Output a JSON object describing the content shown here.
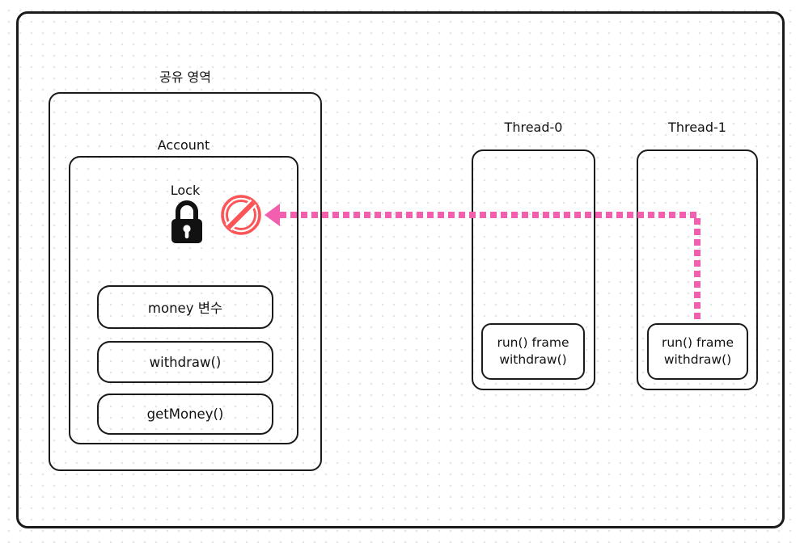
{
  "colors": {
    "stroke": "#1a1a1a",
    "arrow_pink": "#f25fae",
    "no_entry_red": "#fb5558",
    "grid_dot": "#e4e4e4",
    "background": "#ffffff"
  },
  "shared_area": {
    "label": "공유 영역"
  },
  "account": {
    "label": "Account",
    "lock": {
      "label": "Lock"
    },
    "members": [
      {
        "label": "money 변수"
      },
      {
        "label": "withdraw()"
      },
      {
        "label": "getMoney()"
      }
    ]
  },
  "threads": [
    {
      "label": "Thread-0",
      "frame": {
        "line1": "run() frame",
        "line2": "withdraw()"
      }
    },
    {
      "label": "Thread-1",
      "frame": {
        "line1": "run() frame",
        "line2": "withdraw()"
      }
    }
  ],
  "icons": {
    "lock": "padlock-icon",
    "blocked": "no-entry-icon",
    "arrow": "blocked-access-dashed-arrow"
  }
}
